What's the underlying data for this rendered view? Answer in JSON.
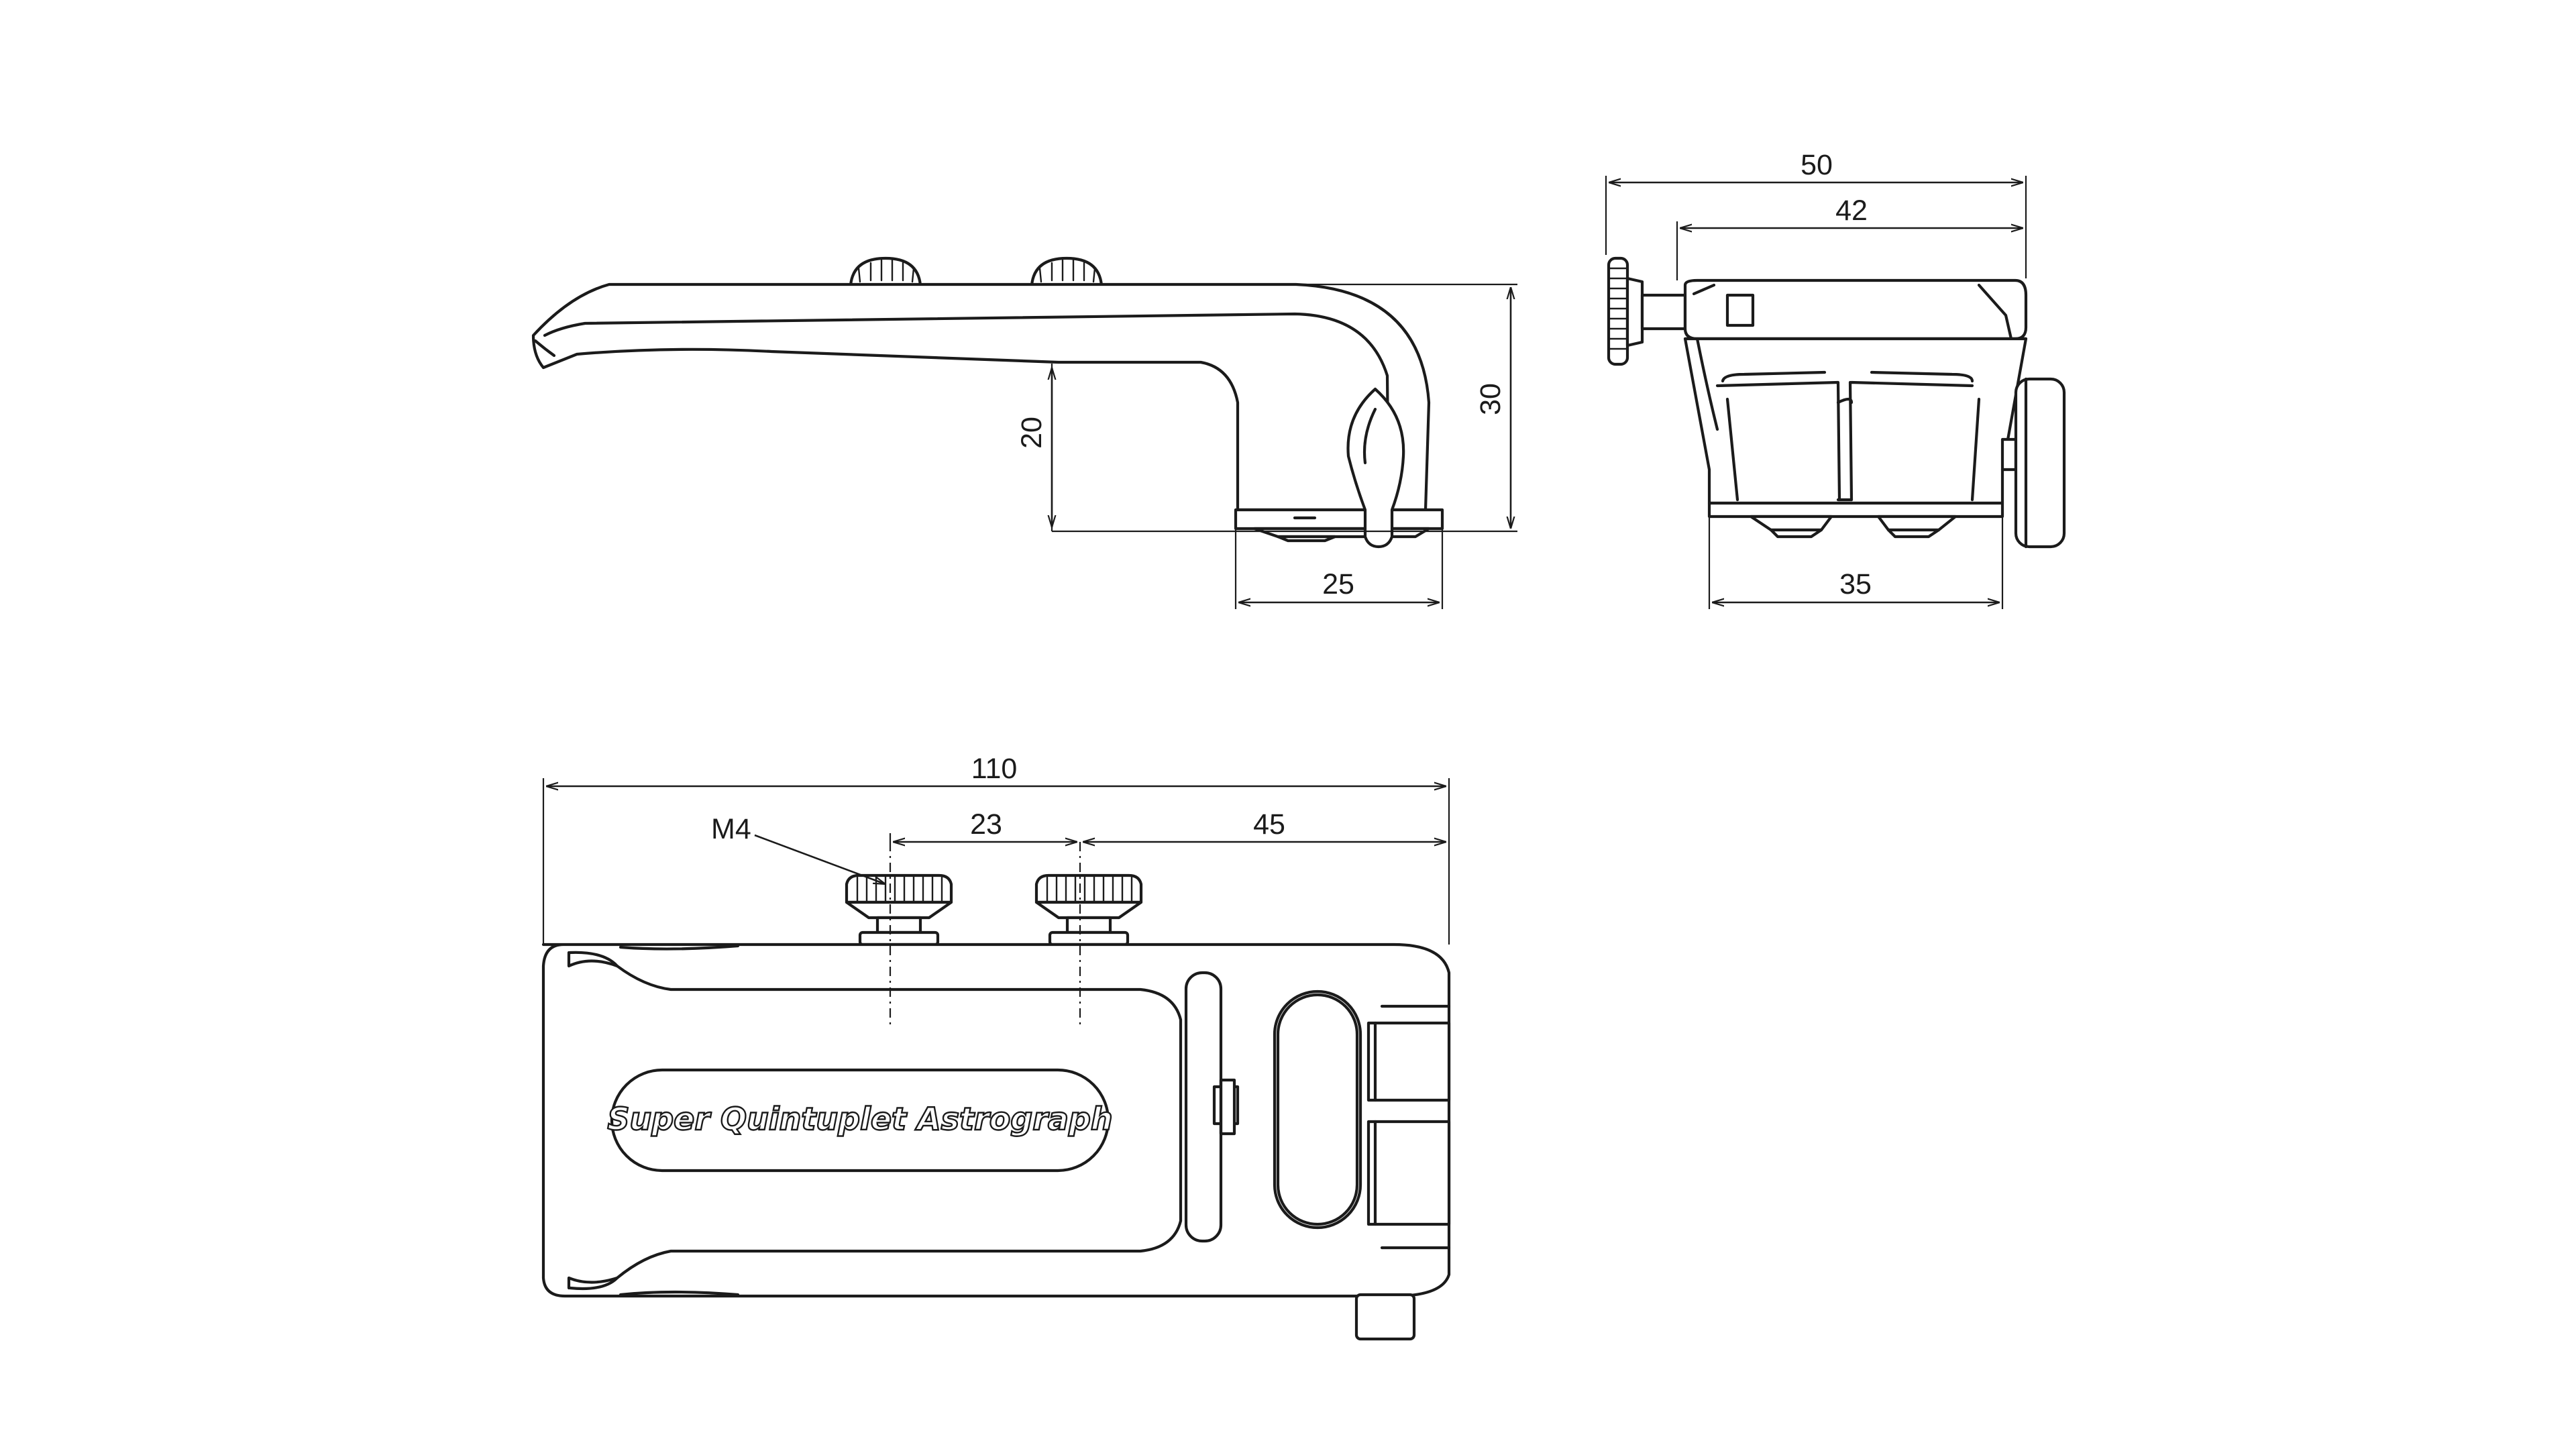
{
  "dimensions": {
    "side_height_total": "30",
    "side_height_inner": "20",
    "side_base_width": "25",
    "front_width_total": "50",
    "front_width_top": "42",
    "front_width_base": "35",
    "top_length_total": "110",
    "top_screw_spacing": "23",
    "top_screw_offset": "45"
  },
  "callouts": {
    "thread_size": "M4"
  },
  "branding": {
    "product_name": "Super Quintuplet Astrograph"
  },
  "colors": {
    "line": "#1b1b1b",
    "background": "#ffffff"
  }
}
